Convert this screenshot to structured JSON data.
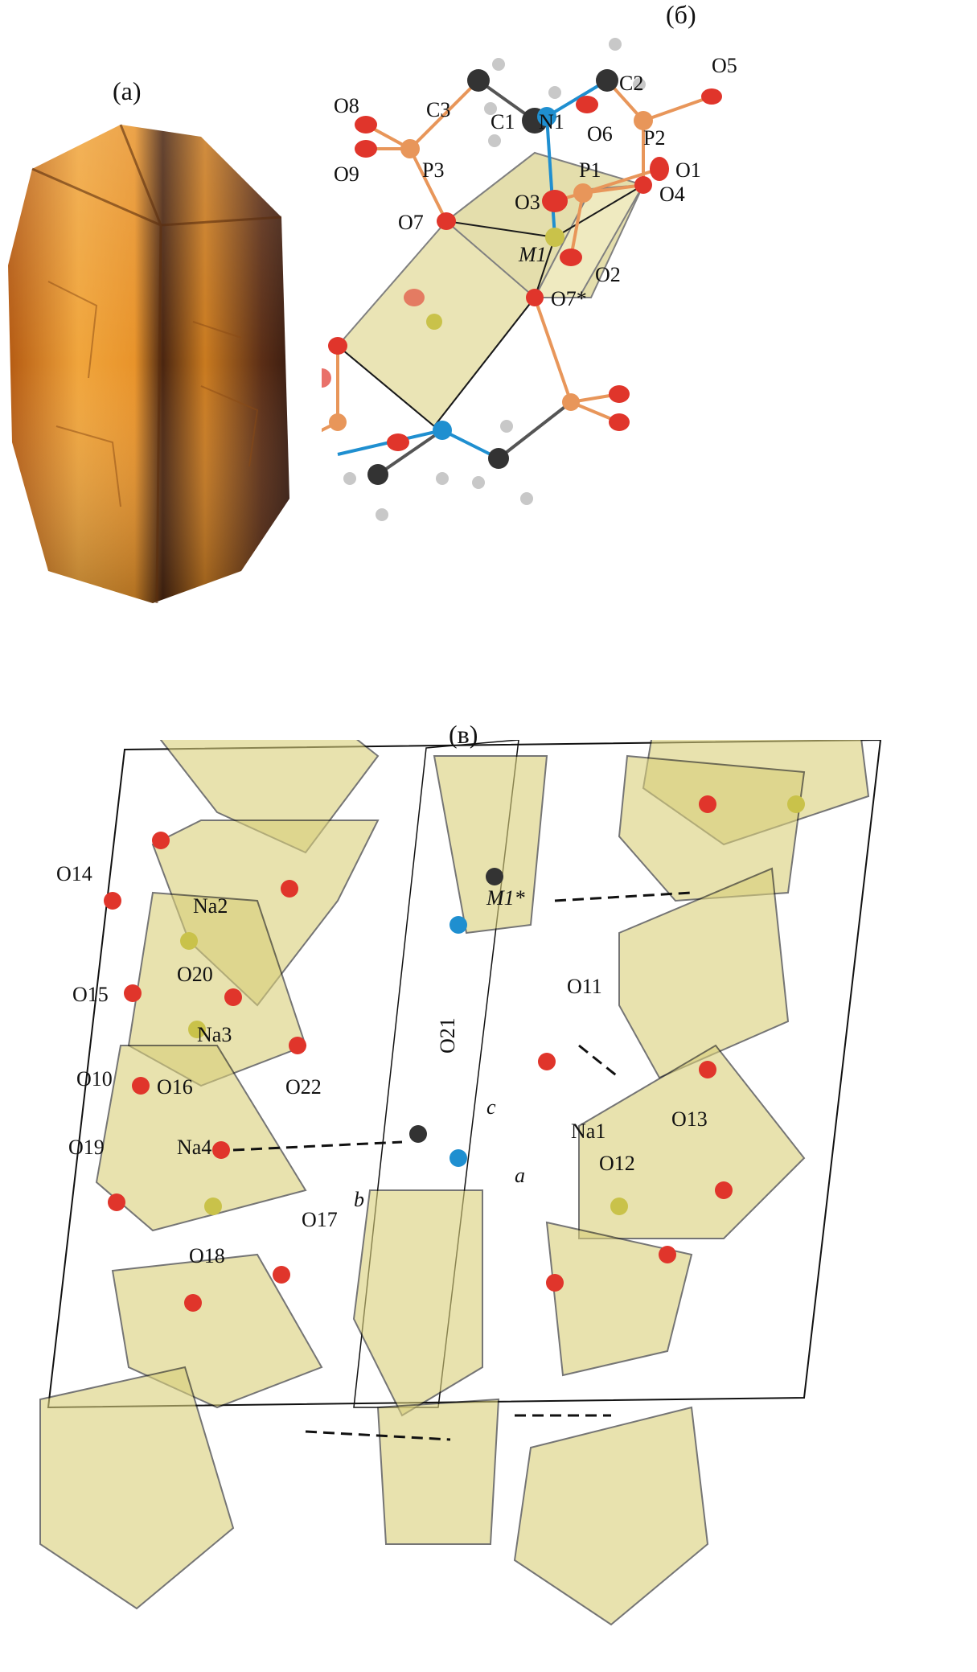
{
  "panels": {
    "a": {
      "label": "(а)"
    },
    "b": {
      "label": "(б)",
      "atoms": [
        "C3",
        "C1",
        "N1",
        "C2",
        "O5",
        "O8",
        "O6",
        "P2",
        "O9",
        "P3",
        "P1",
        "O1",
        "O3",
        "O4",
        "O7",
        "M1",
        "O2",
        "O7*"
      ]
    },
    "v": {
      "label": "(в)",
      "atoms": [
        "M1",
        "M1*",
        "O14",
        "Na2",
        "O20",
        "O15",
        "Na3",
        "O10",
        "O16",
        "O19",
        "Na4",
        "O18",
        "O17",
        "b",
        "c",
        "a",
        "O21",
        "O22",
        "O11",
        "Na1",
        "O12",
        "O13"
      ]
    }
  },
  "colors": {
    "polyhedron_fill": "#d9cf7a",
    "polyhedron_edge": "#1a1a1a",
    "oxygen": "#e0352b",
    "phosphorus": "#e8965a",
    "carbon": "#333333",
    "nitrogen": "#1f8fd0",
    "hydrogen": "#c8c8c8",
    "metal": "#c9c24a",
    "crystal": "#c97a1f"
  }
}
